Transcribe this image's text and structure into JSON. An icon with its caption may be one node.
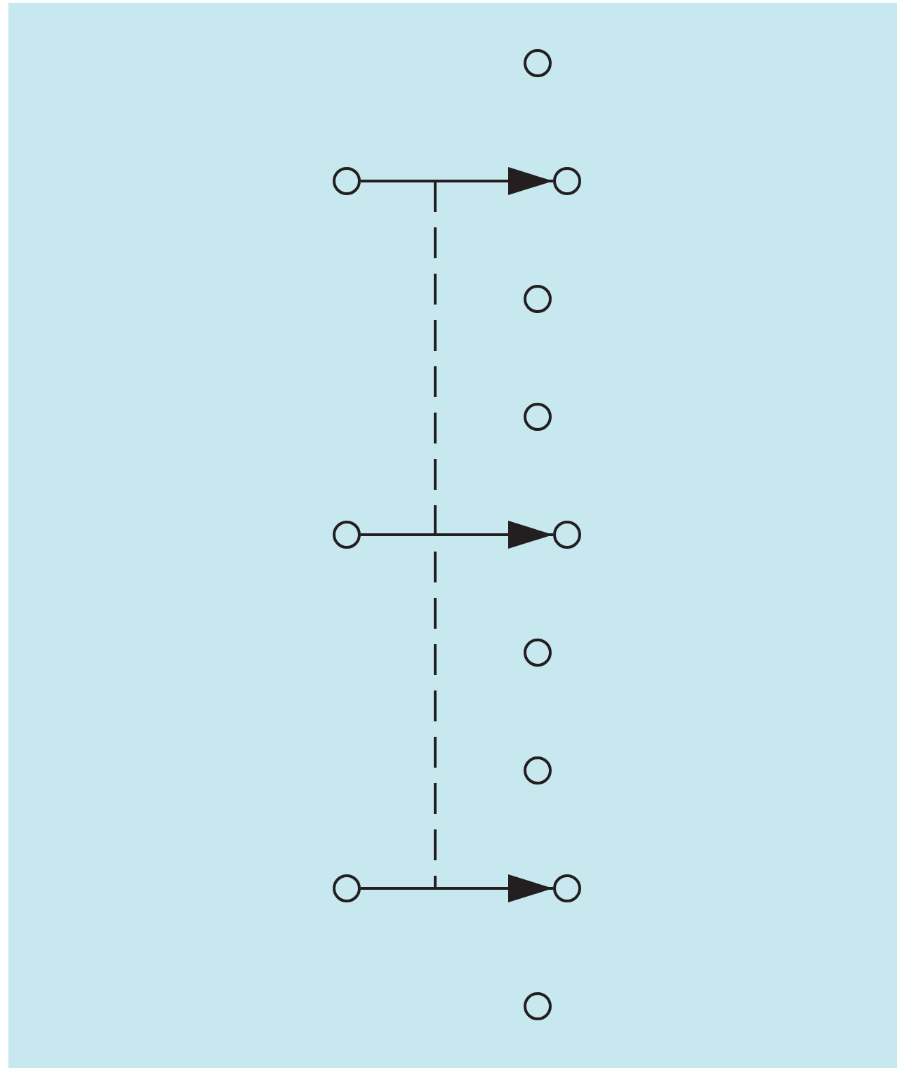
{
  "diagram": {
    "nodes": [
      {
        "text": [],
        "shape": "circle"
      },
      {
        "text": [],
        "shape": "circle"
      },
      {
        "text": [],
        "shape": "circle"
      },
      {
        "text": [],
        "shape": "circle"
      },
      {
        "text": [],
        "shape": "circle"
      },
      {
        "text": [],
        "shape": "circle"
      },
      {
        "text": [],
        "shape": "circle"
      },
      {
        "text": [],
        "shape": "circle"
      },
      {
        "text": [],
        "shape": "circle"
      },
      {
        "text": [],
        "shape": "circle"
      },
      {
        "text": [],
        "shape": "circle"
      },
      {
        "text": [],
        "shape": "circle"
      }
    ],
    "edges": [
      {
        "from": 1,
        "to": 2,
        "arrow": "to"
      },
      {
        "from": 5,
        "to": 6,
        "arrow": "to"
      },
      {
        "from": 9,
        "to": 10,
        "arrow": "to"
      }
    ]
  }
}
